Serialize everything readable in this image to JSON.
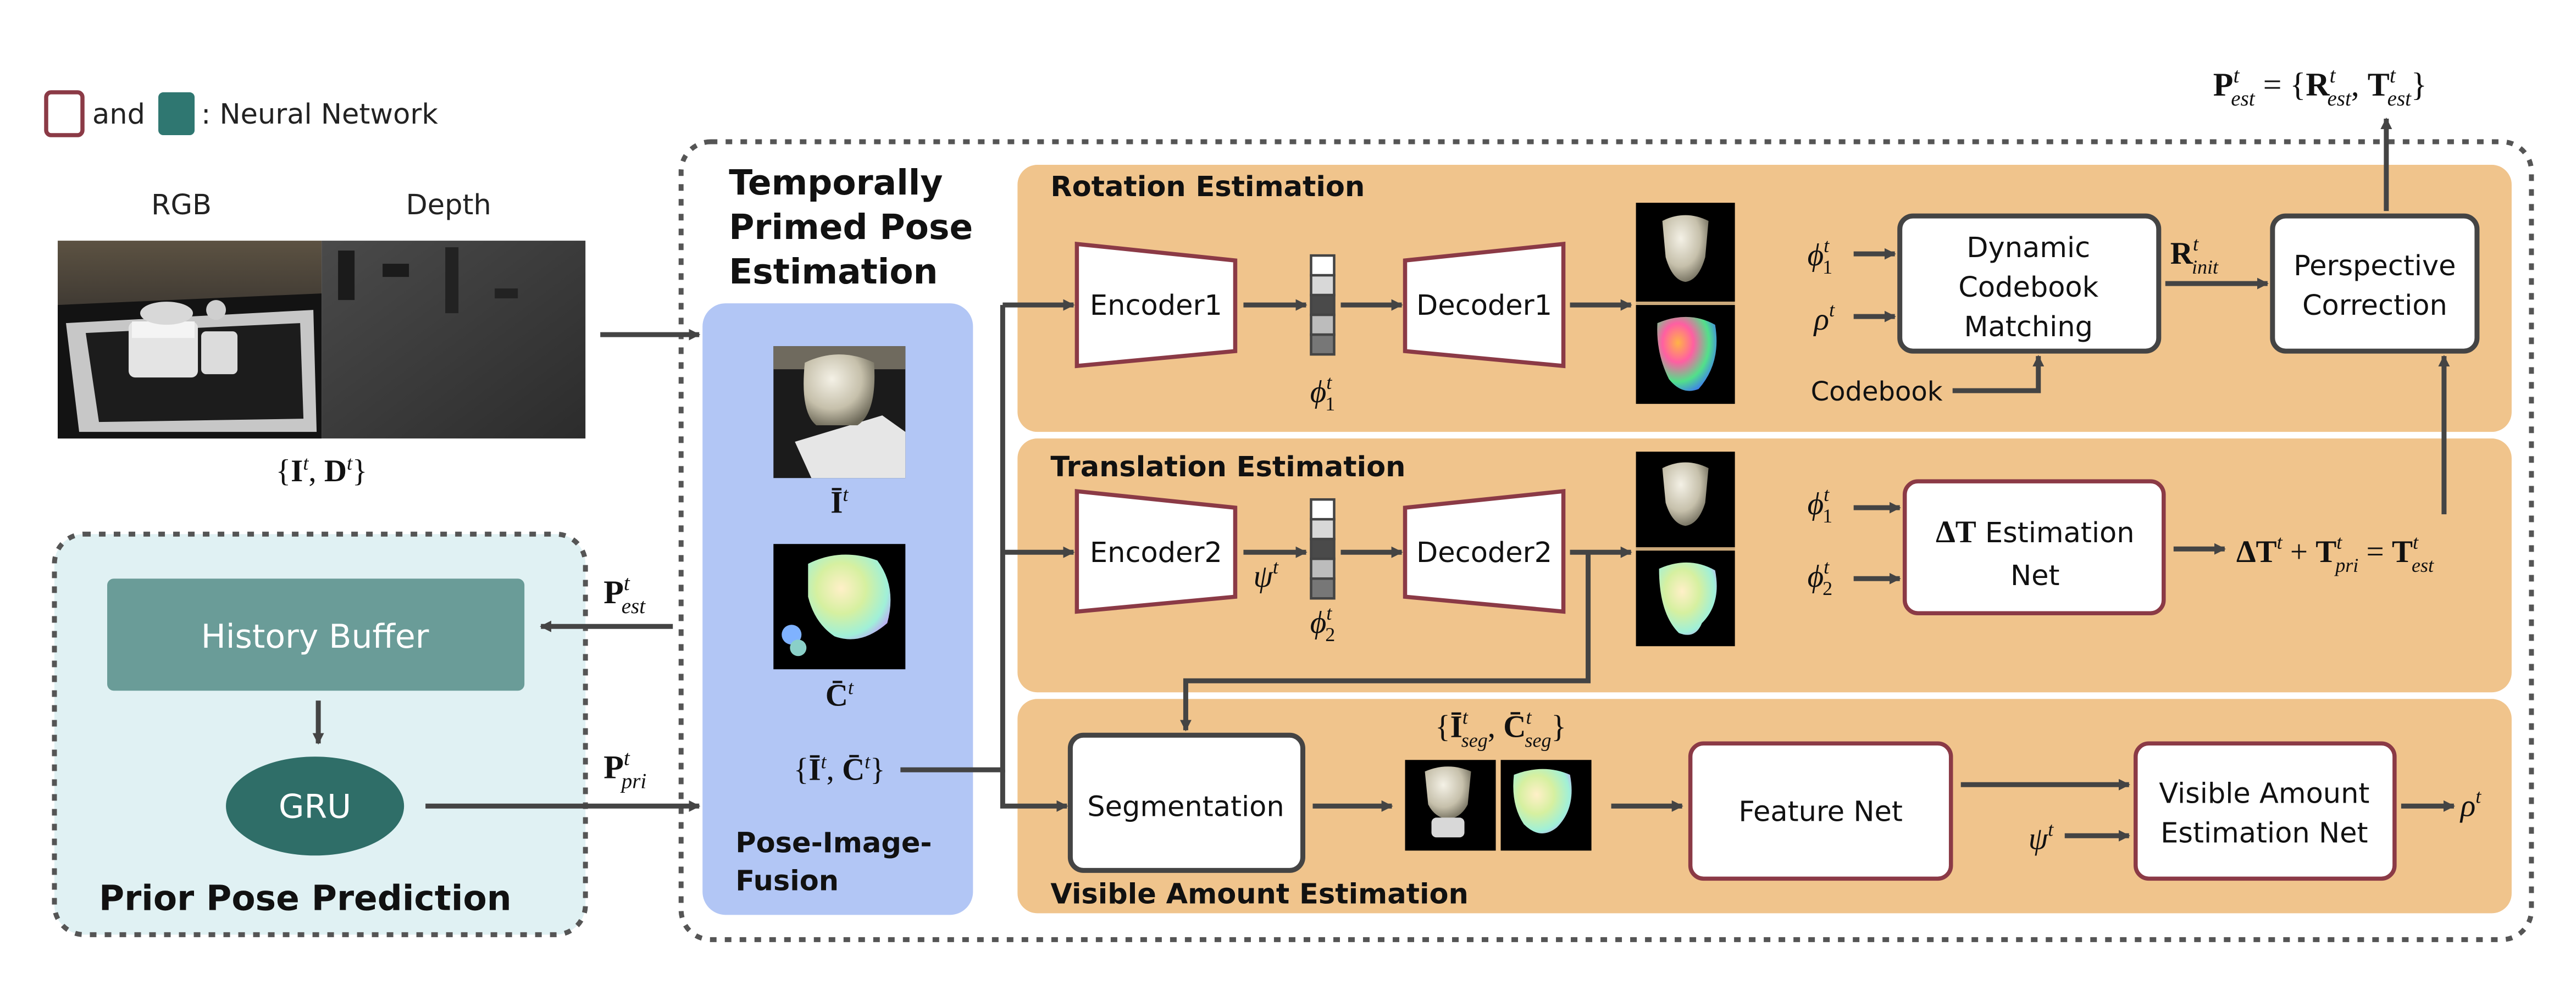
{
  "legend": {
    "connector": "and",
    "description": ": Neural Network"
  },
  "input": {
    "rgb_label": "RGB",
    "depth_label": "Depth"
  },
  "tpp": {
    "title_line1": "Temporally",
    "title_line2": "Primed Pose",
    "title_line3": "Estimation"
  },
  "fusion": {
    "label_line1": "Pose-Image-",
    "label_line2": "Fusion"
  },
  "prior": {
    "history_buffer": "History Buffer",
    "gru": "GRU",
    "title": "Prior Pose Prediction"
  },
  "rotation": {
    "title": "Rotation Estimation",
    "encoder": "Encoder1",
    "decoder": "Decoder1",
    "matching_line1": "Dynamic",
    "matching_line2": "Codebook",
    "matching_line3": "Matching",
    "codebook": "Codebook",
    "correction_line1": "Perspective",
    "correction_line2": "Correction"
  },
  "translation": {
    "title": "Translation Estimation",
    "encoder": "Encoder2",
    "decoder": "Decoder2",
    "net_line1_prefix": "ΔT",
    "net_line1_suffix": " Estimation",
    "net_line2": "Net"
  },
  "visible": {
    "title": "Visible Amount Estimation",
    "segmentation": "Segmentation",
    "feature_net": "Feature Net",
    "net_line1": "Visible Amount",
    "net_line2": "Estimation Net"
  },
  "colors": {
    "network_border": "#8b3a46",
    "network_fill": "#2f7771",
    "estimation_panel": "#f0c48c",
    "fusion_panel": "#b2c6f5",
    "prior_panel": "#e0f1f3",
    "history_buffer": "#6a9c98",
    "gru": "#2f6e68",
    "arrow": "#444444"
  }
}
